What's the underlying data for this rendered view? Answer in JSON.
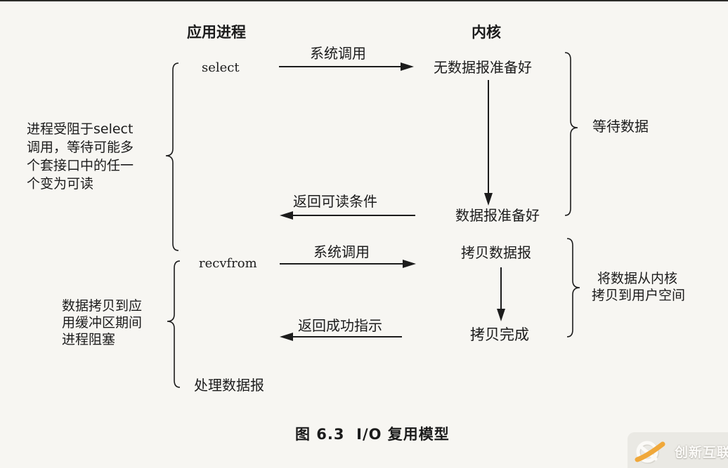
{
  "page": {
    "background": "#f7f6f2",
    "ink_color": "#1c1c1c",
    "top_border_color": "#2b2b28"
  },
  "headers": {
    "app_process": "应用进程",
    "kernel": "内核"
  },
  "nodes": {
    "select": "select",
    "recvfrom": "recvfrom",
    "process_datagram": "处理数据报",
    "no_datagram_ready": "无数据报准备好",
    "datagram_ready": "数据报准备好",
    "copy_datagram": "拷贝数据报",
    "copy_complete": "拷贝完成"
  },
  "arrows": {
    "syscall_1": "系统调用",
    "return_readable": "返回可读条件",
    "syscall_2": "系统调用",
    "return_success": "返回成功指示"
  },
  "annotations": {
    "wait_data": "等待数据",
    "copy_kernel_to_user": {
      "lines": [
        "将数据从内核",
        "拷贝到用户空间"
      ]
    },
    "blocked_in_select": {
      "lines": [
        "进程受阻于select",
        "调用，等待可能多",
        "个套接口中的任一",
        "个变为可读"
      ]
    },
    "blocked_during_copy": {
      "lines": [
        "数据拷贝到应",
        "用缓冲区期间",
        "进程阻塞"
      ]
    }
  },
  "caption": "图 6.3  I/O 复用模型",
  "watermark": {
    "brand": "创新互联",
    "icon": "cx-logo",
    "accent_color": "#f0a83a"
  }
}
